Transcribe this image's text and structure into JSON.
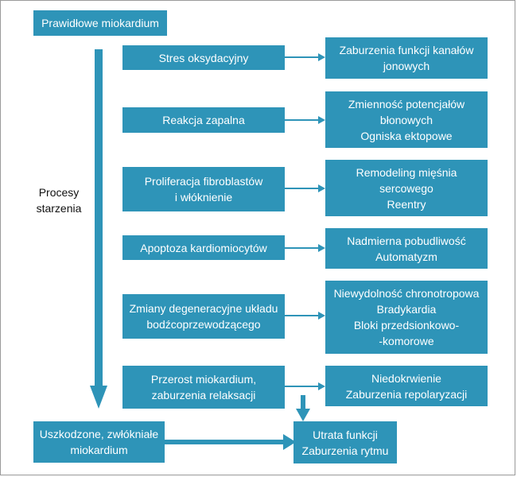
{
  "diagram": {
    "top_box": [
      "Prawidłowe miokardium"
    ],
    "side_label": [
      "Procesy",
      "starzenia"
    ],
    "processes": [
      [
        "Stres oksydacyjny"
      ],
      [
        "Reakcja zapalna"
      ],
      [
        "Proliferacja fibroblastów",
        "i włóknienie"
      ],
      [
        "Apoptoza kardiomiocytów"
      ],
      [
        "Zmiany degeneracyjne układu",
        "bodźcoprzewodzącego"
      ],
      [
        "Przerost miokardium,",
        "zaburzenia relaksacji"
      ]
    ],
    "effects": [
      [
        "Zaburzenia funkcji kanałów",
        "jonowych"
      ],
      [
        "Zmienność potencjałów",
        "błonowych",
        "Ogniska ektopowe"
      ],
      [
        "Remodeling mięśnia",
        "sercowego",
        "Reentry"
      ],
      [
        "Nadmierna pobudliwość",
        "Automatyzm"
      ],
      [
        "Niewydolność chronotropowa",
        "Bradykardia",
        "Bloki przedsionkowo-",
        "-komorowe"
      ],
      [
        "Niedokrwienie",
        "Zaburzenia repolaryzacji"
      ]
    ],
    "bottom_left_box": [
      "Uszkodzone, zwłókniałe",
      "miokardium"
    ],
    "outcome_box": [
      "Utrata funkcji",
      "Zaburzenia rytmu"
    ],
    "colors": {
      "box_fill": "#2e94b8",
      "box_text": "#ffffff",
      "arrow": "#2e94b8",
      "label_text": "#111111"
    }
  }
}
